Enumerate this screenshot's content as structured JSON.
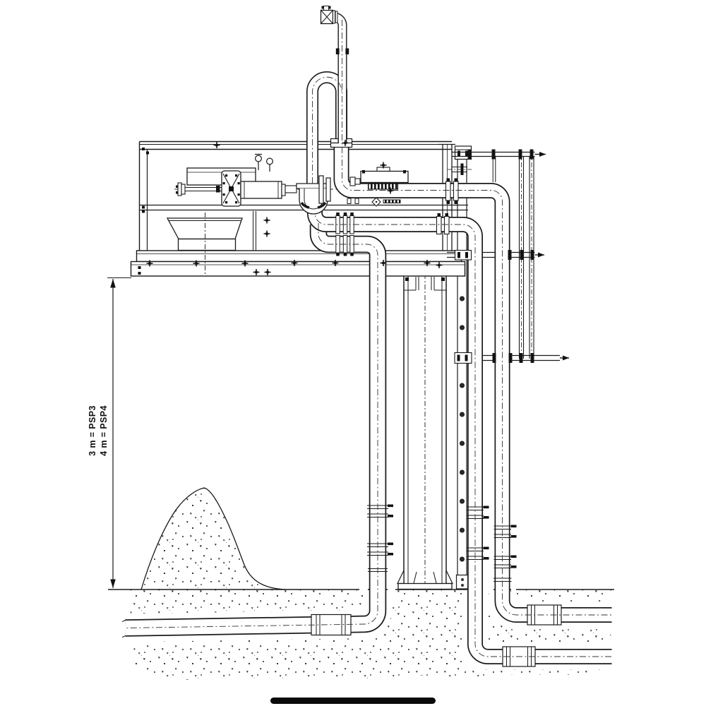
{
  "page": {
    "background": "#ffffff",
    "ink": "#1a1a1a",
    "bolt_color": "#111111"
  },
  "drawing": {
    "type": "piping-installation-elevation",
    "dimension_labels": [
      "3 m = PSP3",
      "4 m = PSP4"
    ]
  },
  "footer": {
    "bar_color": "#0a0a0a"
  }
}
